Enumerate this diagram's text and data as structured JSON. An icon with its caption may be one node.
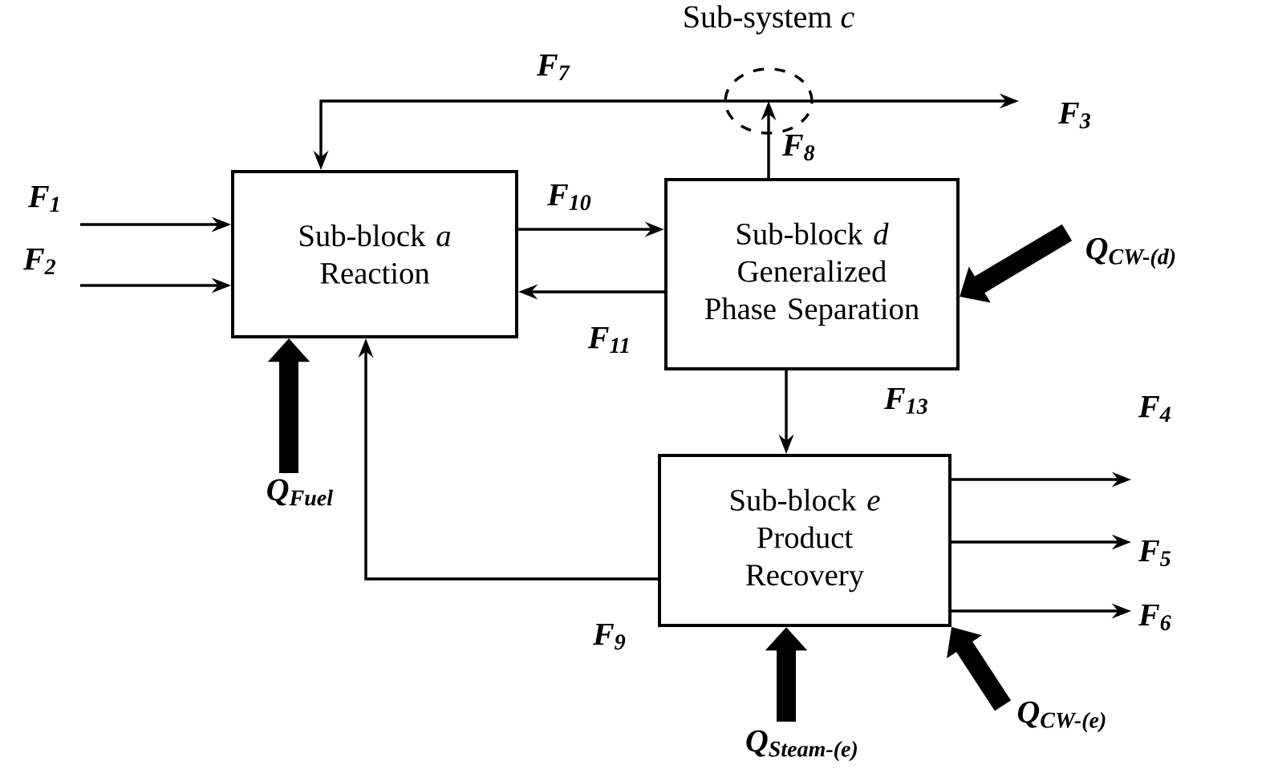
{
  "diagram": {
    "nodes": [
      {
        "text": [
          "Sub-block *a*",
          "Reaction"
        ]
      },
      {
        "text": [
          "Sub-block *d*",
          "Generalized Phase Separation"
        ]
      },
      {
        "text": [
          "Sub-block *e*",
          "Product Recovery"
        ]
      },
      {
        "text": [
          "Sub-system *c*"
        ]
      }
    ],
    "edges": [
      {
        "from": null,
        "to": 0,
        "arrow": "to",
        "label": "F$_{1}$"
      },
      {
        "from": null,
        "to": 0,
        "arrow": "to",
        "label": "F$_{2}$"
      },
      {
        "from": 0,
        "to": 1,
        "arrow": "to",
        "label": "F$_{10}$"
      },
      {
        "from": 1,
        "to": 0,
        "arrow": "to",
        "label": "F$_{11}$"
      },
      {
        "from": 1,
        "to": 3,
        "arrow": "to",
        "label": "F$_{8}$"
      },
      {
        "from": 3,
        "to": null,
        "arrow": "to",
        "label": "F$_{3}$"
      },
      {
        "from": 3,
        "to": 0,
        "arrow": "to",
        "label": "F$_{7}$"
      },
      {
        "from": 1,
        "to": 2,
        "arrow": "to",
        "label": "F$_{13}$"
      },
      {
        "from": 2,
        "to": 0,
        "arrow": "to",
        "label": "F$_{9}$"
      },
      {
        "from": 2,
        "to": null,
        "arrow": "to",
        "label": "F$_{4}$"
      },
      {
        "from": 2,
        "to": null,
        "arrow": "to",
        "label": "F$_{5}$"
      },
      {
        "from": 2,
        "to": null,
        "arrow": "to",
        "label": "F$_{6}$"
      },
      {
        "from": null,
        "to": 0,
        "arrow": "to",
        "style": "thick",
        "label": "Q$_{Fuel}$"
      },
      {
        "from": null,
        "to": 1,
        "arrow": "to",
        "style": "thick",
        "label": "Q$_{CW-(d)}$"
      },
      {
        "from": null,
        "to": 2,
        "arrow": "to",
        "style": "thick",
        "label": "Q$_{Steam-(e)}$"
      },
      {
        "from": null,
        "to": 2,
        "arrow": "to",
        "style": "thick",
        "label": "Q$_{CW-(e)}$"
      }
    ]
  }
}
